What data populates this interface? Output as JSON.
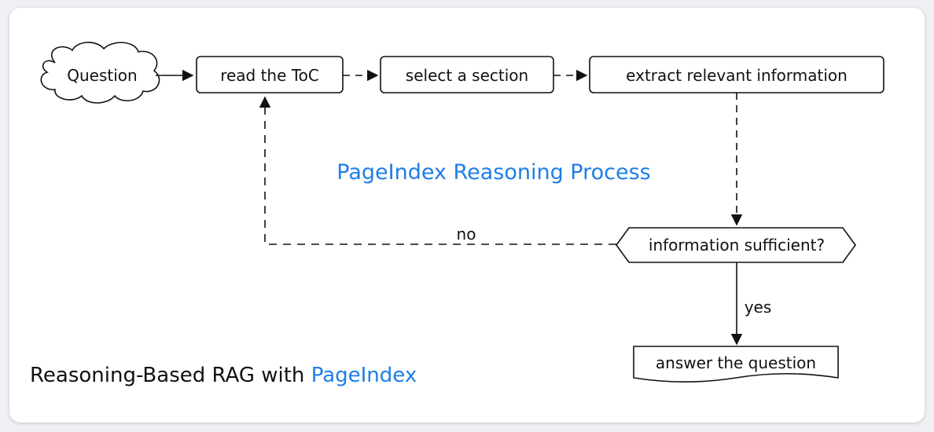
{
  "diagram": {
    "question_label": "Question",
    "step1_label": "read the ToC",
    "step2_label": "select a section",
    "step3_label": "extract relevant information",
    "decision_label": "information sufficient?",
    "no_label": "no",
    "yes_label": "yes",
    "answer_label": "answer the question",
    "process_title": "PageIndex Reasoning Process",
    "caption_prefix": "Reasoning-Based RAG with ",
    "caption_highlight": "PageIndex"
  },
  "colors": {
    "accent": "#1f7ee6",
    "ink": "#111111"
  }
}
